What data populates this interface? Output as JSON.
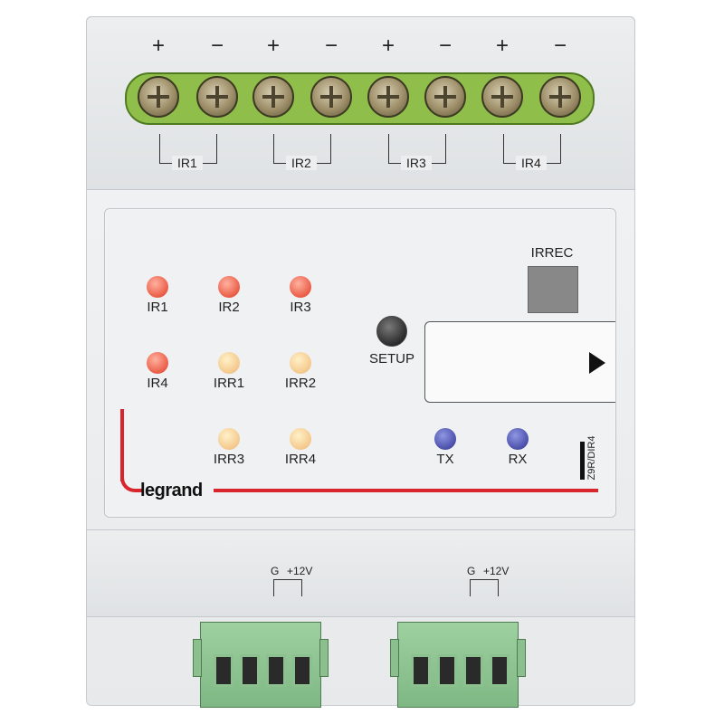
{
  "top_terminals": {
    "signs": [
      "+",
      "−",
      "+",
      "−",
      "+",
      "−",
      "+",
      "−"
    ],
    "labels": [
      "IR1",
      "IR2",
      "IR3",
      "IR4"
    ],
    "colors": {
      "strip": "#8fbf4a",
      "screw": "#9e8f69"
    }
  },
  "panel": {
    "indicators": {
      "ir1": "IR1",
      "ir2": "IR2",
      "ir3": "IR3",
      "ir4": "IR4",
      "irr1": "IRR1",
      "irr2": "IRR2",
      "irr3": "IRR3",
      "irr4": "IRR4",
      "tx": "TX",
      "rx": "RX"
    },
    "setup_label": "SETUP",
    "irrec_label": "IRREC",
    "brand": "legrand",
    "model": "Z9R/DIR4",
    "colors": {
      "red_led": "#ea5c46",
      "amber_led": "#f4c88c",
      "blue_led": "#4a4faa",
      "brand_line": "#d8262c"
    }
  },
  "power": {
    "left": {
      "g": "G",
      "v": "+12V"
    },
    "right": {
      "g": "G",
      "v": "+12V"
    }
  }
}
